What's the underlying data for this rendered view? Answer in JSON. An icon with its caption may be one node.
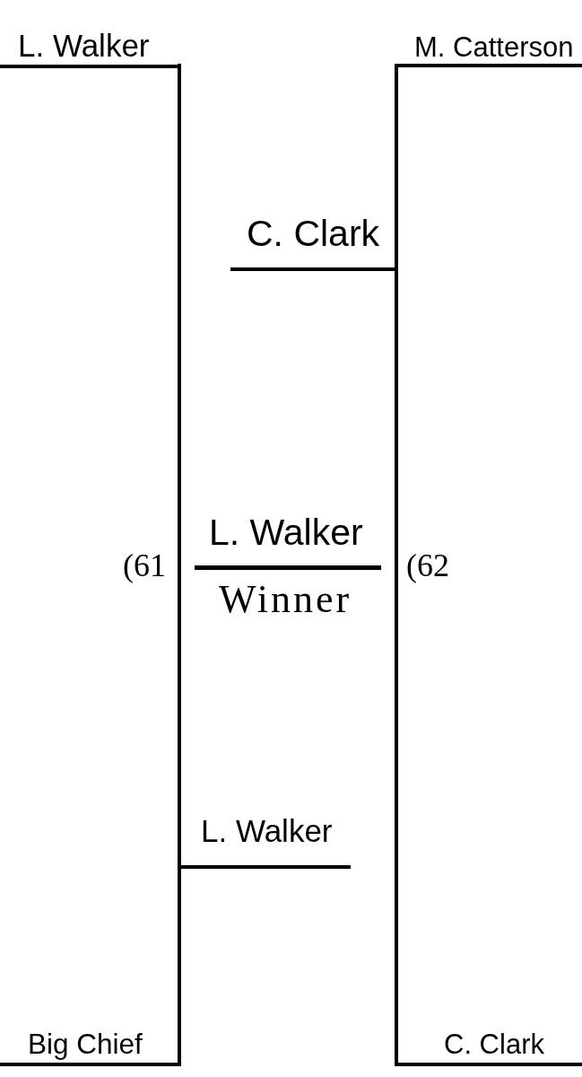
{
  "diagram": {
    "nodes": [
      {
        "text": [
          "L. Walker"
        ]
      },
      {
        "text": [
          "M. Catterson"
        ]
      },
      {
        "text": [
          "C. Clark"
        ]
      },
      {
        "text": [
          "L. Walker"
        ]
      },
      {
        "text": [
          "L. Walker"
        ]
      },
      {
        "text": [
          "Big Chief"
        ]
      },
      {
        "text": [
          "C. Clark"
        ]
      }
    ],
    "edges": [
      {
        "from": 0,
        "to": 4,
        "arrow": "none"
      },
      {
        "from": 5,
        "to": 4,
        "arrow": "none"
      },
      {
        "from": 1,
        "to": 2,
        "arrow": "none"
      },
      {
        "from": 6,
        "to": 2,
        "arrow": "none"
      }
    ],
    "labels": [
      "(61",
      "(62",
      "Winner"
    ]
  }
}
